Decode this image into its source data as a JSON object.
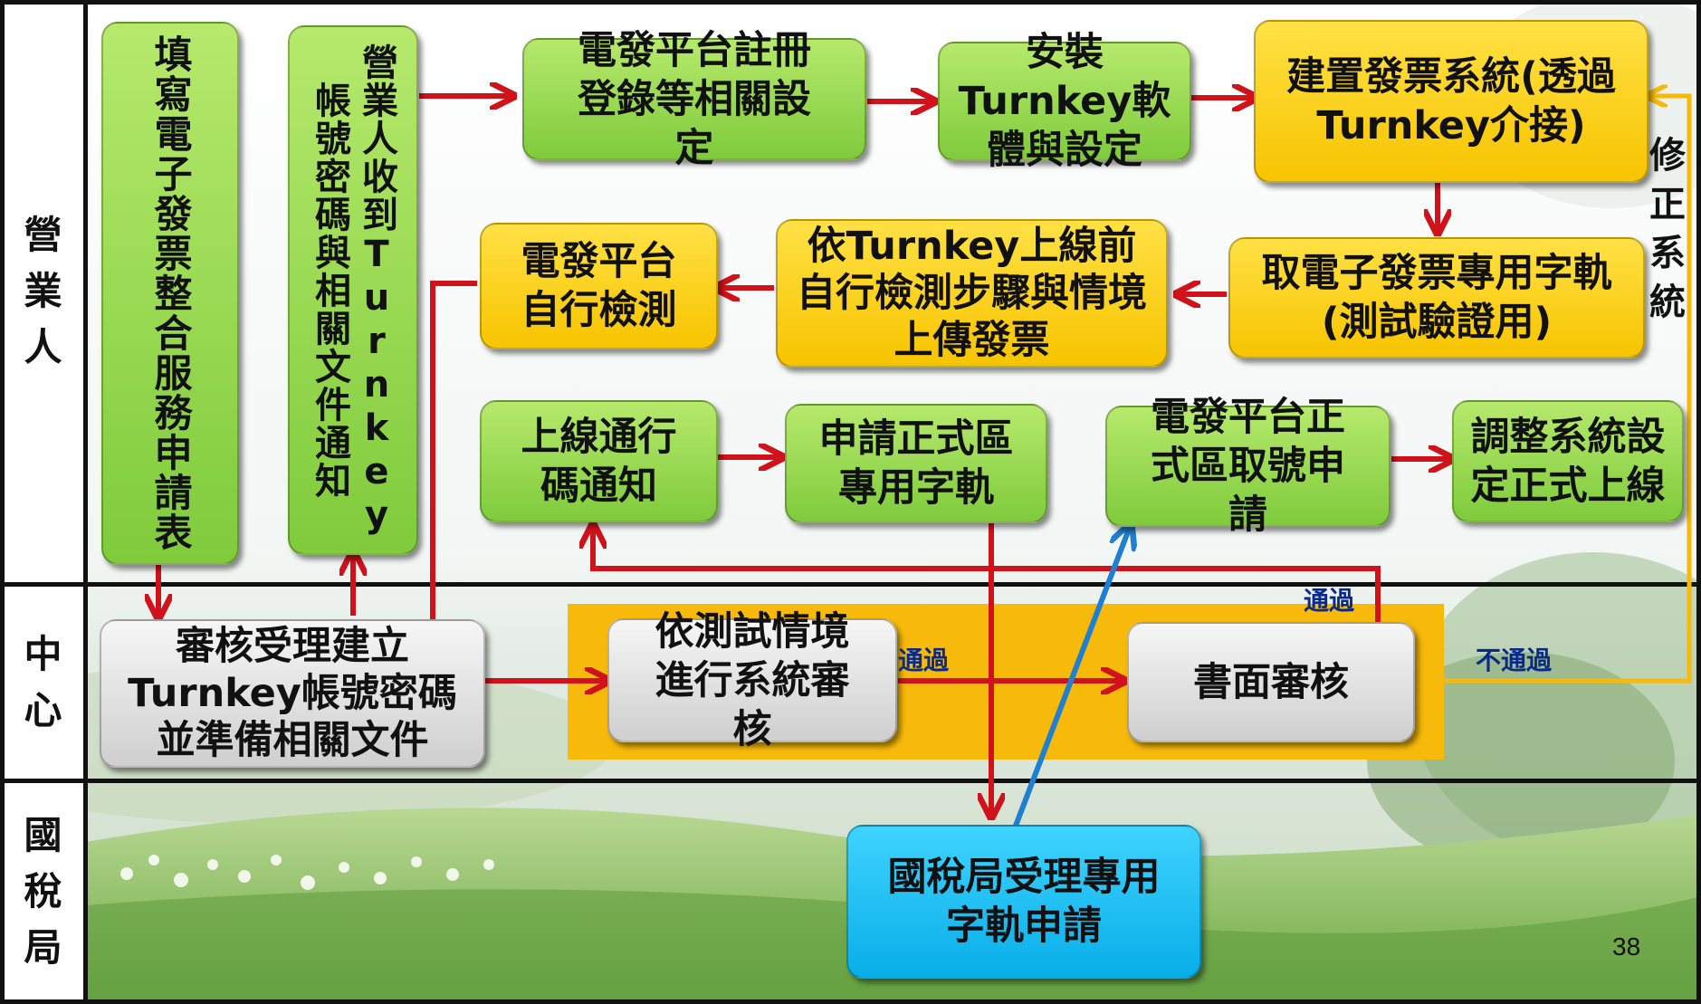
{
  "lanes": {
    "merchant": [
      "營",
      "業",
      "人"
    ],
    "center": [
      "中",
      "心"
    ],
    "tax_bureau": [
      "國",
      "稅",
      "局"
    ]
  },
  "boxes": {
    "fill_form": "填寫電子發票整合服務申請表",
    "receive_account": "營業人收到Turnkey帳號密碼與相關文件通知",
    "platform_register": "電發平台註冊登錄等相關設定",
    "install_turnkey": "安裝Turnkey軟體與設定",
    "build_system": "建置發票系統(透過Turnkey介接)",
    "platform_selftest": "電發平台自行檢測",
    "selftest_upload": "依Turnkey上線前自行檢測步驟與情境上傳發票",
    "test_track": "取電子發票專用字軌(測試驗證用)",
    "online_pass": "上線通行碼通知",
    "apply_formal": "申請正式區專用字軌",
    "platform_formal": "電發平台正式區取號申請",
    "adjust_system": "調整系統設定正式上線",
    "review_account": "審核受理建立Turnkey帳號密碼並準備相關文件",
    "scenario_review": "依測試情境進行系統審核",
    "document_review": "書面審核",
    "tax_accept": "國稅局受理專用字軌申請"
  },
  "labels": {
    "pass1": "通過",
    "pass2": "通過",
    "fail": "不通過",
    "fix_system": [
      "修",
      "正",
      "系",
      "統"
    ]
  },
  "page_number": "38",
  "colors": {
    "green": "#8fd44a",
    "yellow": "#f9c800",
    "grey": "#dcdcdc",
    "blue": "#17b6ee",
    "arrow_red": "#d0121b",
    "arrow_blue": "#1f7fd0",
    "arrow_yellow": "#f7b90a",
    "band": "#f7b90a"
  }
}
